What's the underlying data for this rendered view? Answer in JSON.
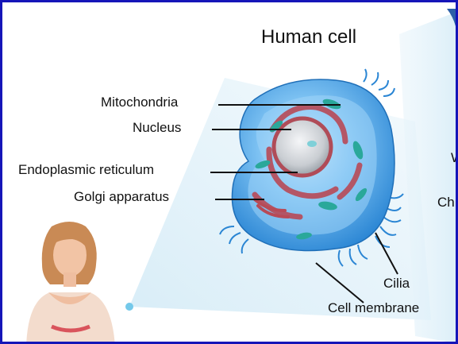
{
  "diagram": {
    "title": "Human cell",
    "labels": {
      "mitochondria": "Mitochondria",
      "nucleus": "Nucleus",
      "endoplasmic_reticulum": "Endoplasmic reticulum",
      "golgi_apparatus": "Golgi apparatus",
      "cilia": "Cilia",
      "cell_membrane": "Cell membrane"
    },
    "clipped_right": {
      "line1": "W",
      "line2": "Ch"
    },
    "colors": {
      "frame_border": "#1515b8",
      "cell_body": "#3f9ee6",
      "cell_light": "#bfe3fb",
      "nucleus": "#cfd3d8",
      "er": "#b84a57",
      "mitochondria": "#2aa89a",
      "zoom_wedge": "#d7eef8"
    }
  }
}
